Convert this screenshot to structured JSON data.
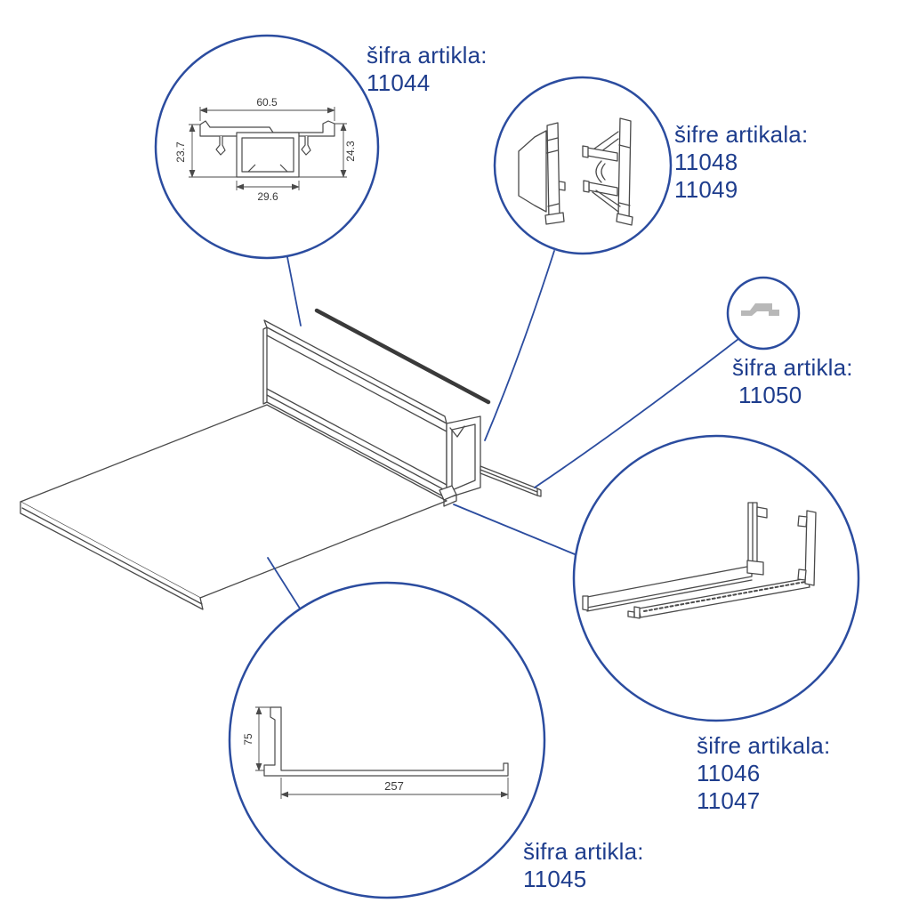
{
  "colors": {
    "accent_blue": "#1e3d8d",
    "circle_blue": "#2b4c9f",
    "line_gray": "#4a4a4a",
    "strip_dark": "#3a3a3a",
    "part_gray": "#b8b8b8"
  },
  "callouts": {
    "c11044": {
      "title": "šifra artikla:",
      "code1": "11044"
    },
    "c11048_11049": {
      "title": "šifre artikala:",
      "code1": "11048",
      "code2": "11049"
    },
    "c11050": {
      "title": "šifra artikla:",
      "code1": "11050"
    },
    "c11046_11047": {
      "title": "šifre artikala:",
      "code1": "11046",
      "code2": "11047"
    },
    "c11045": {
      "title": "šifra artikla:",
      "code1": "11045"
    }
  },
  "dimensions": {
    "profile_11044": {
      "top_width": "60.5",
      "left_height": "23.7",
      "right_height": "24.3",
      "bottom_width": "29.6"
    },
    "profile_11045": {
      "height": "75",
      "width": "257"
    }
  }
}
